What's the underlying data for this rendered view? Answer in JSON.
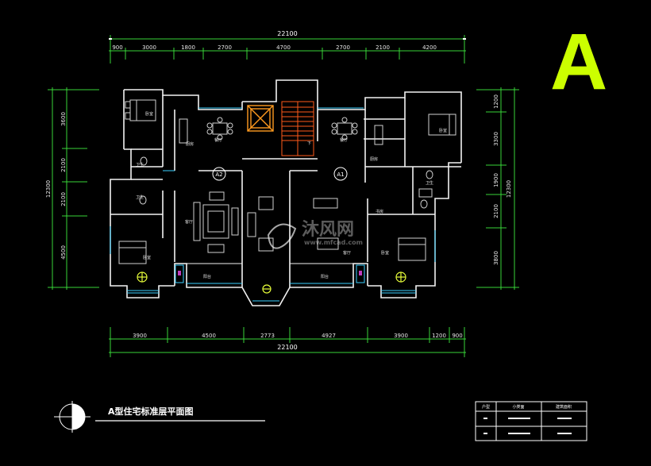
{
  "plan_letter": "A",
  "title": "A型住宅标准层平面图",
  "dims": {
    "top_total": "22100",
    "top_segments": [
      "900",
      "3000",
      "1800",
      "2700",
      "4700",
      "2700",
      "2100",
      "4200"
    ],
    "bottom_segments": [
      "3900",
      "4500",
      "2773",
      "4927",
      "3900",
      "1200",
      "900"
    ],
    "bottom_total": "22100",
    "left_total": "12300",
    "left_segments": [
      "3600",
      "2100",
      "2100",
      "4500"
    ],
    "right_total": "12300",
    "right_segments": [
      "1200",
      "3300",
      "1900",
      "2100",
      "3800"
    ]
  },
  "units": [
    "A2",
    "A1"
  ],
  "rooms": {
    "bedroom": "卧室",
    "dining": "餐厅",
    "kitchen": "厨房",
    "toilet": "卫生",
    "balcony": "阳台",
    "living": "客厅",
    "study": "书房",
    "up": "下"
  },
  "watermark": {
    "text": "沐风网",
    "url": "www.mfcad.com"
  },
  "table": {
    "headers": [
      "户型",
      "小类面",
      "建筑面积"
    ]
  }
}
